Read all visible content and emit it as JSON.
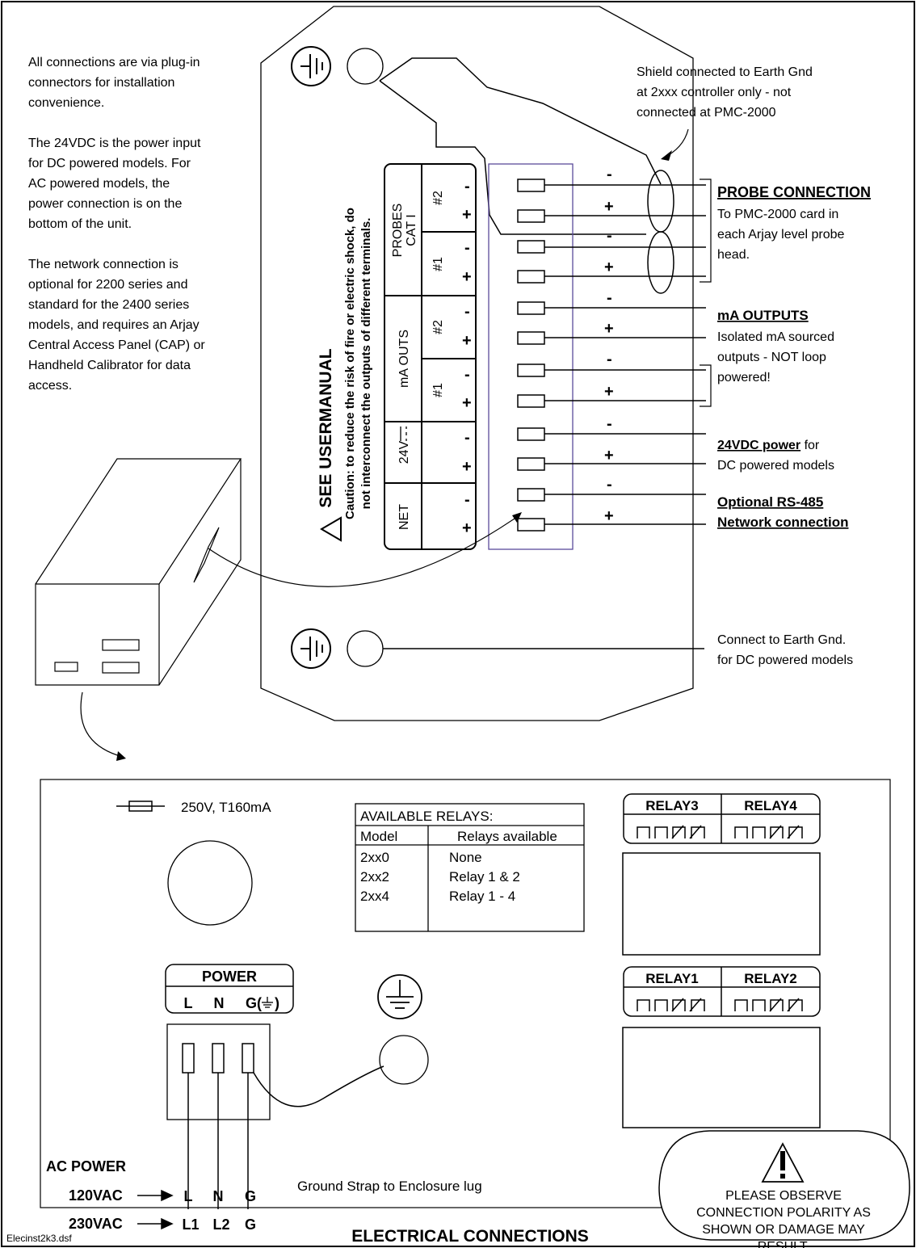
{
  "intro_lines": [
    "All connections are via plug-in",
    "connectors for installation",
    "convenience.",
    "",
    "The 24VDC is the power input",
    "for DC powered models.  For",
    "AC powered models, the",
    "power connection is on the",
    "bottom of the unit.",
    "",
    "The network connection is",
    "optional for 2200 series and",
    "standard for the 2400 series",
    "models, and requires an Arjay",
    "Central Access Panel (CAP) or",
    "Handheld Calibrator for data",
    "access."
  ],
  "shield_note": [
    "Shield connected to Earth Gnd",
    "at 2xxx controller only - not",
    "connected at PMC-2000"
  ],
  "see_manual": "SEE USERMANUAL",
  "caution": [
    "Caution: to reduce the risk of fire or electric shock, do",
    "not interconnect the outputs of different terminals."
  ],
  "terminal_groups": {
    "probes": [
      "PROBES",
      "CAT I"
    ],
    "ma_outs": "mA OUTS",
    "v24": "24V",
    "net": "NET",
    "numbers": [
      "#2",
      "#1",
      "#2",
      "#1"
    ]
  },
  "signs": {
    "minus": "-",
    "plus": "+"
  },
  "probe": {
    "title": "PROBE CONNECTION",
    "desc": [
      "To PMC-2000 card in",
      "each Arjay level probe",
      "head."
    ]
  },
  "ma": {
    "title": "mA OUTPUTS",
    "desc": [
      "Isolated mA sourced",
      "outputs - NOT loop",
      "powered!"
    ]
  },
  "dc": {
    "title": "24VDC power",
    "title_suffix": " for",
    "desc": "DC powered models"
  },
  "rs485": {
    "line1": "Optional RS-485",
    "line2": "Network connection"
  },
  "earth_note": [
    "Connect to Earth Gnd.",
    "for DC powered models"
  ],
  "fuse": "250V, T160mA",
  "relays_table": {
    "title": "AVAILABLE RELAYS:",
    "headers": [
      "Model",
      "Relays available"
    ],
    "rows": [
      [
        "2xx0",
        "None"
      ],
      [
        "2xx2",
        "Relay 1 & 2"
      ],
      [
        "2xx4",
        "Relay 1 - 4"
      ]
    ]
  },
  "relay_labels": [
    "RELAY3",
    "RELAY4",
    "RELAY1",
    "RELAY2"
  ],
  "power": {
    "title": "POWER",
    "l": "L",
    "n": "N",
    "g": "G(",
    "g_close": ")"
  },
  "ground_strap": "Ground Strap to Enclosure lug",
  "ac_power": {
    "title": "AC POWER",
    "r120": "120VAC",
    "r230": "230VAC",
    "row1": [
      "L",
      "N",
      "G"
    ],
    "row2": [
      "L1",
      "L2",
      "G"
    ]
  },
  "warning": [
    "PLEASE OBSERVE",
    "CONNECTION POLARITY AS",
    "SHOWN OR DAMAGE MAY",
    "RESULT."
  ],
  "filename": "Elecinst2k3.dsf",
  "title": "ELECTRICAL CONNECTIONS"
}
